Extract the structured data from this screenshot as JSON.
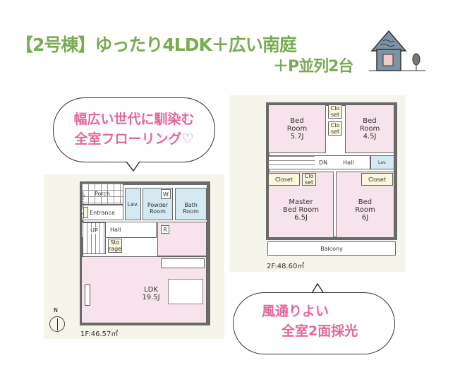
{
  "header": {
    "title": "【2号棟】ゆったり4LDK＋広い南庭",
    "subtitle": "＋P並列2台"
  },
  "bubbles": {
    "top": [
      "幅広い世代に馴染む",
      "全室フローリング♡"
    ],
    "bottom": [
      "風通りよい",
      "全室2面採光"
    ]
  },
  "floor1": {
    "area_label": "1F:46.57㎡",
    "rooms": {
      "porch": "Porch",
      "entrance": "Entrance",
      "entrance_storage": "Entrance Storage",
      "lav": "Lav.",
      "powder": "Powder\nRoom",
      "bath": "Bath\nRoom",
      "hall": "Hall",
      "up": "UP",
      "storage": "Sto\nrage",
      "ldk": "LDK\n19.5J",
      "wash": "W",
      "fridge": "R"
    },
    "compass": "N"
  },
  "floor2": {
    "area_label": "2F:48.60㎡",
    "rooms": {
      "bed1": "Bed\nRoom\n5.7J",
      "bed2": "Bed\nRoom\n4.5J",
      "closet_a": "Clo\nset",
      "closet_b": "Clo\nset",
      "dn": "DN",
      "hall": "Hall",
      "wc": "Lav.",
      "closet_l": "Closet",
      "closet_m": "Clo\nset",
      "closet_r": "Closet",
      "master": "Master\nBed Room\n6.5J",
      "bed3": "Bed\nRoom\n6J",
      "balcony": "Balcony"
    }
  },
  "colors": {
    "title": "#7aab55",
    "bubble_text": "#e2689d",
    "room_pink": "#f7e3eb",
    "wet_blue": "#d5e9f3"
  }
}
